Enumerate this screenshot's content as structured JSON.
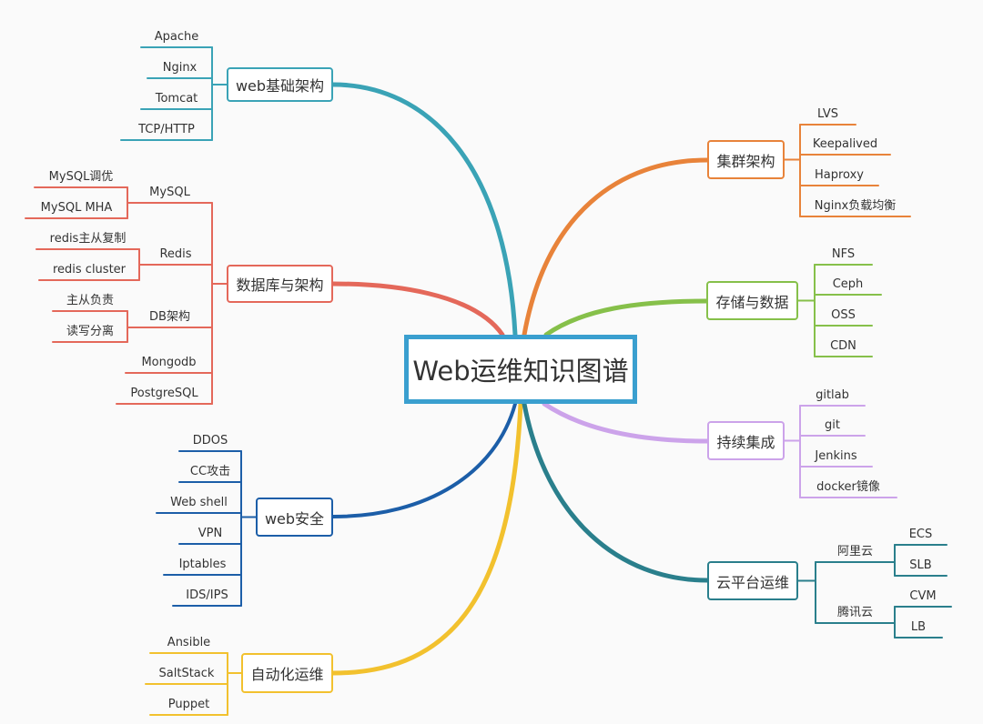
{
  "title": "Web运维知识图谱",
  "branches": [
    {
      "title": "web基础架构",
      "color": "#3aa3b6",
      "children": [
        {
          "label": "Apache"
        },
        {
          "label": "Nginx"
        },
        {
          "label": "Tomcat"
        },
        {
          "label": "TCP/HTTP"
        }
      ]
    },
    {
      "title": "数据库与架构",
      "color": "#e4685a",
      "children": [
        {
          "label": "MySQL",
          "children": [
            {
              "label": "MySQL调优"
            },
            {
              "label": "MySQL MHA"
            }
          ]
        },
        {
          "label": "Redis",
          "children": [
            {
              "label": "redis主从复制"
            },
            {
              "label": "redis cluster"
            }
          ]
        },
        {
          "label": "DB架构",
          "children": [
            {
              "label": "主从负责"
            },
            {
              "label": "读写分离"
            }
          ]
        },
        {
          "label": "Mongodb"
        },
        {
          "label": "PostgreSQL"
        }
      ]
    },
    {
      "title": "web安全",
      "color": "#1c5ea8",
      "children": [
        {
          "label": "DDOS"
        },
        {
          "label": "CC攻击"
        },
        {
          "label": "Web shell"
        },
        {
          "label": "VPN"
        },
        {
          "label": "Iptables"
        },
        {
          "label": "IDS/IPS"
        }
      ]
    },
    {
      "title": "自动化运维",
      "color": "#f2c12e",
      "children": [
        {
          "label": "Ansible"
        },
        {
          "label": "SaltStack"
        },
        {
          "label": "Puppet"
        }
      ]
    },
    {
      "title": "集群架构",
      "color": "#e8833a",
      "children": [
        {
          "label": "LVS"
        },
        {
          "label": "Keepalived"
        },
        {
          "label": "Haproxy"
        },
        {
          "label": "Nginx负载均衡"
        }
      ]
    },
    {
      "title": "存储与数据",
      "color": "#86c04a",
      "children": [
        {
          "label": "NFS"
        },
        {
          "label": "Ceph"
        },
        {
          "label": "OSS"
        },
        {
          "label": "CDN"
        }
      ]
    },
    {
      "title": "持续集成",
      "color": "#cca3ea",
      "children": [
        {
          "label": "gitlab"
        },
        {
          "label": "git"
        },
        {
          "label": "Jenkins"
        },
        {
          "label": "docker镜像"
        }
      ]
    },
    {
      "title": "云平台运维",
      "color": "#2a7f8c",
      "children": [
        {
          "label": "阿里云",
          "children": [
            {
              "label": "ECS"
            },
            {
              "label": "SLB"
            }
          ]
        },
        {
          "label": "腾讯云",
          "children": [
            {
              "label": "CVM"
            },
            {
              "label": "LB"
            }
          ]
        }
      ]
    }
  ]
}
